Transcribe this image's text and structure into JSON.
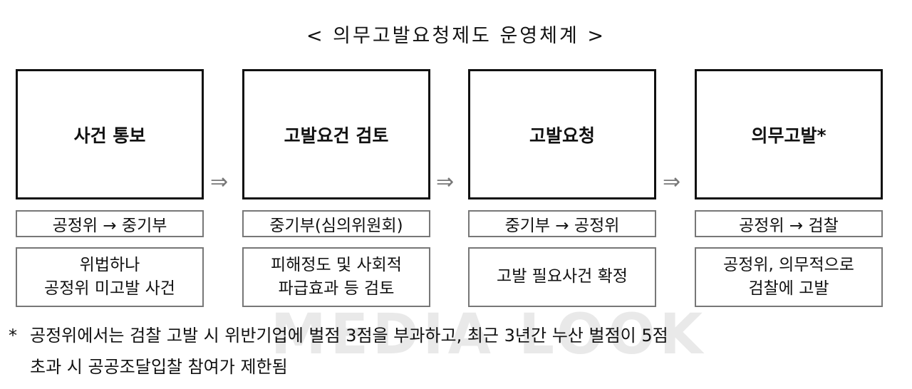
{
  "title": "< 의무고발요청제도 운영체계 >",
  "stages": [
    {
      "name": "사건 통보",
      "flow": "공정위 → 중기부",
      "desc": [
        "위법하나",
        "공정위 미고발 사건"
      ]
    },
    {
      "name": "고발요건 검토",
      "flow": "중기부(심의위원회)",
      "desc": [
        "피해정도 및 사회적",
        "파급효과 등 검토"
      ]
    },
    {
      "name": "고발요청",
      "flow": "중기부 → 공정위",
      "desc": [
        "고발 필요사건 확정"
      ]
    },
    {
      "name": "의무고발*",
      "flow": "공정위 → 검찰",
      "desc": [
        "공정위, 의무적으로",
        "검찰에 고발"
      ]
    }
  ],
  "arrow_glyph": "⇒",
  "footnote": {
    "marker": "*",
    "line1": "공정위에서는 검찰 고발 시 위반기업에 벌점 3점을 부과하고, 최근 3년간 누산 벌점이 5점",
    "line2": "초과 시 공공조달입찰 참여가 제한됨"
  },
  "watermark": "MEDIA LOOK"
}
